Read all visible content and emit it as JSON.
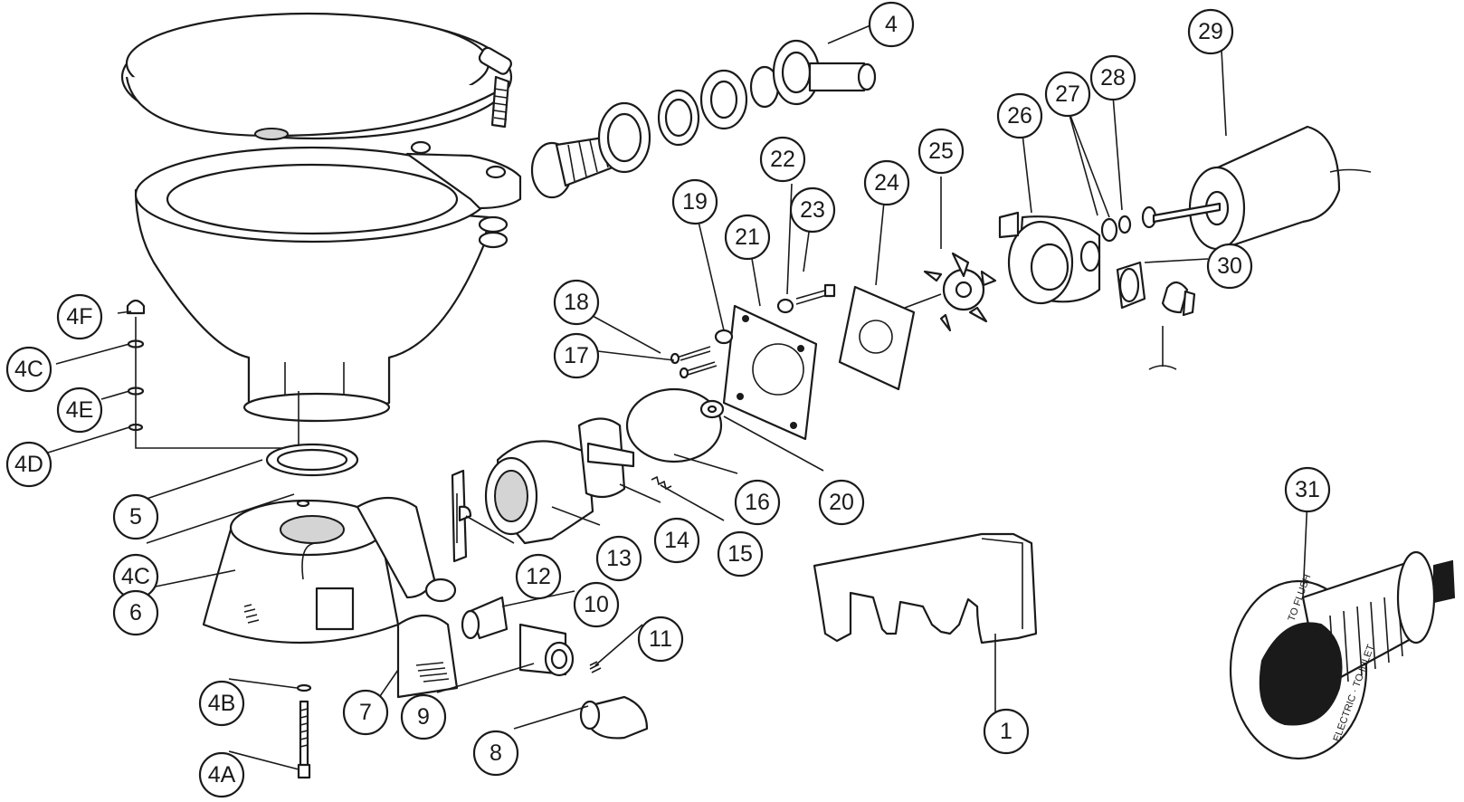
{
  "switch_panel": {
    "label_top": "TO FLUSH",
    "label_bottom": "ELECTRIC · TO INLET"
  },
  "callouts": [
    {
      "id": "4",
      "label": "4"
    },
    {
      "id": "29",
      "label": "29"
    },
    {
      "id": "27",
      "label": "27"
    },
    {
      "id": "28",
      "label": "28"
    },
    {
      "id": "26",
      "label": "26"
    },
    {
      "id": "25",
      "label": "25"
    },
    {
      "id": "22",
      "label": "22"
    },
    {
      "id": "24",
      "label": "24"
    },
    {
      "id": "23",
      "label": "23"
    },
    {
      "id": "19",
      "label": "19"
    },
    {
      "id": "21",
      "label": "21"
    },
    {
      "id": "30",
      "label": "30"
    },
    {
      "id": "18",
      "label": "18"
    },
    {
      "id": "4F",
      "label": "4F"
    },
    {
      "id": "17",
      "label": "17"
    },
    {
      "id": "4C-top",
      "label": "4C"
    },
    {
      "id": "4E",
      "label": "4E"
    },
    {
      "id": "4D",
      "label": "4D"
    },
    {
      "id": "16",
      "label": "16"
    },
    {
      "id": "20",
      "label": "20"
    },
    {
      "id": "5",
      "label": "5"
    },
    {
      "id": "14",
      "label": "14"
    },
    {
      "id": "15",
      "label": "15"
    },
    {
      "id": "13",
      "label": "13"
    },
    {
      "id": "31",
      "label": "31"
    },
    {
      "id": "4C-bottom",
      "label": "4C"
    },
    {
      "id": "12",
      "label": "12"
    },
    {
      "id": "10",
      "label": "10"
    },
    {
      "id": "6",
      "label": "6"
    },
    {
      "id": "11",
      "label": "11"
    },
    {
      "id": "4B",
      "label": "4B"
    },
    {
      "id": "7",
      "label": "7"
    },
    {
      "id": "9",
      "label": "9"
    },
    {
      "id": "1",
      "label": "1"
    },
    {
      "id": "8",
      "label": "8"
    },
    {
      "id": "4A",
      "label": "4A"
    }
  ]
}
